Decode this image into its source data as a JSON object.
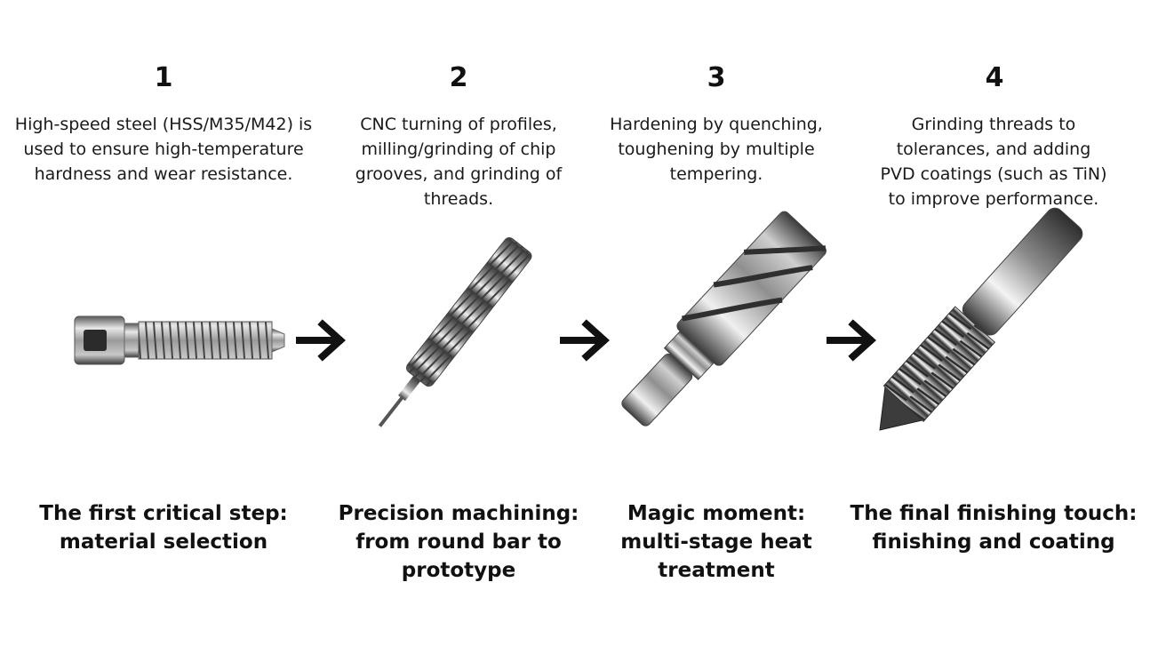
{
  "steps": [
    {
      "number": "1",
      "description": [
        "High-speed steel (HSS/M35/M42) is",
        "used to ensure high-temperature",
        "hardness and wear resistance."
      ],
      "title": [
        "The first critical step:",
        "material selection"
      ]
    },
    {
      "number": "2",
      "description": [
        "CNC turning of profiles,",
        "milling/grinding of chip",
        "grooves, and grinding of",
        "threads."
      ],
      "title": [
        "Precision machining:",
        "from round bar to",
        "prototype"
      ]
    },
    {
      "number": "3",
      "description": [
        "Hardening by quenching,",
        "toughening by multiple",
        "tempering."
      ],
      "title": [
        "Magic moment:",
        "multi-stage heat",
        "treatment"
      ]
    },
    {
      "number": "4",
      "description": [
        "Grinding threads to",
        "tolerances, and adding",
        "PVD coatings (such as TiN)",
        "to improve performance."
      ],
      "title": [
        "The final finishing touch:",
        "finishing and coating"
      ]
    }
  ],
  "icons": {
    "arrow": "right-arrow-icon",
    "part1": "threaded-blank-icon",
    "part2": "threaded-prototype-icon",
    "part3": "fluted-tap-icon",
    "part4": "coated-tap-icon"
  }
}
